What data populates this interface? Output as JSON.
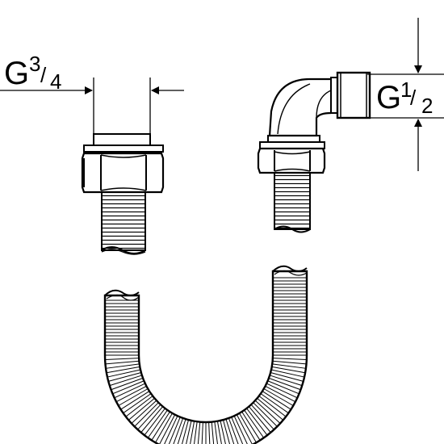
{
  "labels": {
    "left_thread": {
      "letter": "G",
      "num": "3",
      "slash": "/",
      "den": "4"
    },
    "right_thread": {
      "letter": "G",
      "num": "1",
      "slash": "/",
      "den": "2"
    }
  },
  "colors": {
    "stroke": "#000000",
    "background": "#ffffff"
  }
}
